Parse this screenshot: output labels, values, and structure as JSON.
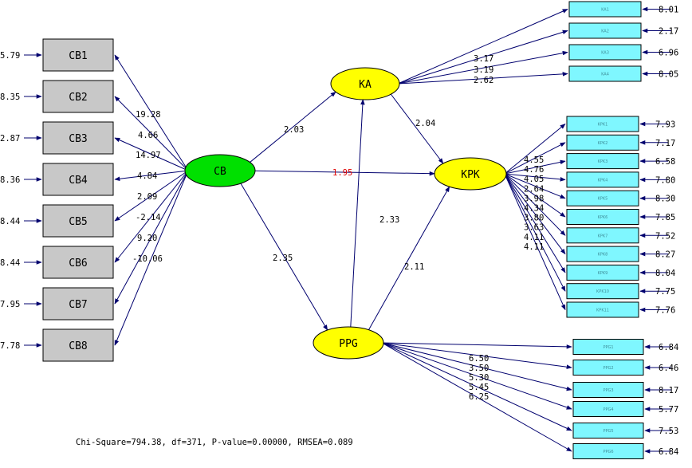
{
  "colors": {
    "observed_gray": "#c8c8c8",
    "observed_cyan": "#7ff7ff",
    "latent_yellow": "#ffff00",
    "exogenous_green": "#00e000",
    "path_line": "#00006e",
    "error_arrow": "#00006e",
    "highlight_red": "#e00000"
  },
  "cb_indicators": [
    {
      "label": "CB1",
      "loading": "19.28",
      "error": "5.79"
    },
    {
      "label": "CB2",
      "loading": "4.66",
      "error": "8.35"
    },
    {
      "label": "CB3",
      "loading": "14.97",
      "error": "2.87"
    },
    {
      "label": "CB4",
      "loading": "4.84",
      "error": "8.36"
    },
    {
      "label": "CB5",
      "loading": "2.09",
      "error": "8.44"
    },
    {
      "label": "CB6",
      "loading": "-2.14",
      "error": "8.44"
    },
    {
      "label": "CB7",
      "loading": "9.20",
      "error": "7.95"
    },
    {
      "label": "CB8",
      "loading": "-10.06",
      "error": "7.78"
    }
  ],
  "latents": {
    "cb": "CB",
    "ka": "KA",
    "kpk": "KPK",
    "ppg": "PPG"
  },
  "structural_paths": [
    {
      "from": "CB",
      "to": "KA",
      "value": "2.03"
    },
    {
      "from": "CB",
      "to": "KPK",
      "value": "1.95",
      "highlight": true
    },
    {
      "from": "CB",
      "to": "PPG",
      "value": "2.35"
    },
    {
      "from": "KA",
      "to": "KPK",
      "value": "2.04"
    },
    {
      "from": "PPG",
      "to": "KA",
      "value": "2.33"
    },
    {
      "from": "PPG",
      "to": "KPK",
      "value": "2.11"
    }
  ],
  "ka_indicators": [
    {
      "label": "KA1",
      "loading": "",
      "error": "8.01"
    },
    {
      "label": "KA2",
      "loading": "3.17",
      "error": "2.17"
    },
    {
      "label": "KA3",
      "loading": "3.19",
      "error": "6.96"
    },
    {
      "label": "KA4",
      "loading": "2.62",
      "error": "8.05"
    }
  ],
  "kpk_indicators": [
    {
      "label": "KPK1",
      "loading": "",
      "error": "7.93"
    },
    {
      "label": "KPK2",
      "loading": "4.55",
      "error": "7.17"
    },
    {
      "label": "KPK3",
      "loading": "4.76",
      "error": "6.58"
    },
    {
      "label": "KPK4",
      "loading": "4.05",
      "error": "7.80"
    },
    {
      "label": "KPK5",
      "loading": "2.64",
      "error": "8.30"
    },
    {
      "label": "KPK6",
      "loading": "3.98",
      "error": "7.85"
    },
    {
      "label": "KPK7",
      "loading": "4.34",
      "error": "7.52"
    },
    {
      "label": "KPK8",
      "loading": "3.80",
      "error": "8.27"
    },
    {
      "label": "KPK9",
      "loading": "3.63",
      "error": "8.04"
    },
    {
      "label": "KPK10",
      "loading": "4.11",
      "error": "7.75"
    },
    {
      "label": "KPK11",
      "loading": "4.11",
      "error": "7.76"
    }
  ],
  "ppg_indicators": [
    {
      "label": "PPG1",
      "loading": "",
      "error": "6.84"
    },
    {
      "label": "PPG2",
      "loading": "6.50",
      "error": "6.46"
    },
    {
      "label": "PPG3",
      "loading": "3.50",
      "error": "8.17"
    },
    {
      "label": "PPG4",
      "loading": "5.30",
      "error": "5.77"
    },
    {
      "label": "PPG5",
      "loading": "5.45",
      "error": "7.53"
    },
    {
      "label": "PPG6",
      "loading": "6.25",
      "error": "6.84"
    }
  ],
  "fit_statistics": "Chi-Square=794.38, df=371, P-value=0.00000, RMSEA=0.089"
}
